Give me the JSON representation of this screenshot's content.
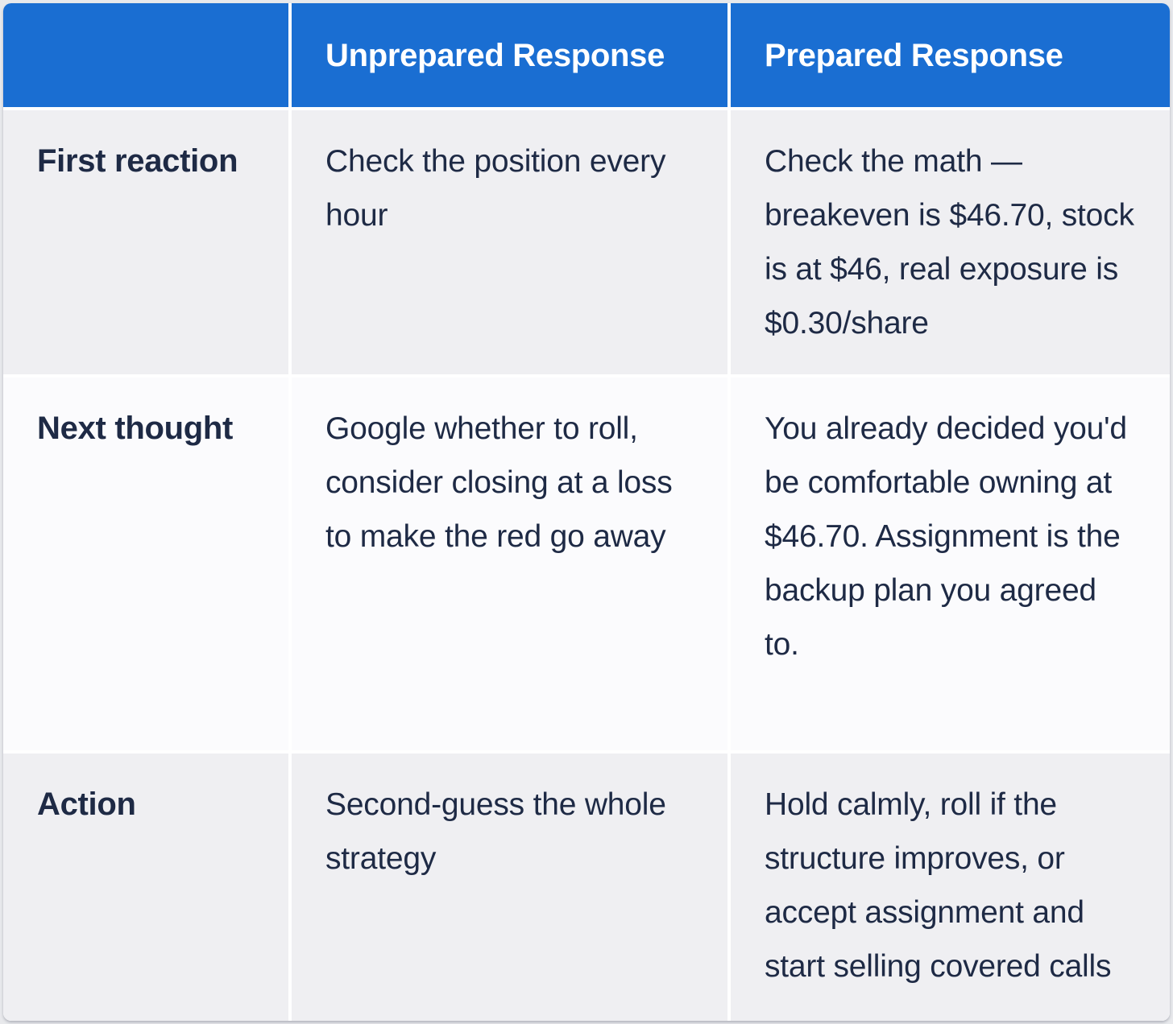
{
  "table": {
    "columns": [
      "",
      "Unprepared Response",
      "Prepared Response"
    ],
    "rows": [
      {
        "label": "First reaction",
        "unprepared": "Check the position every hour",
        "prepared": "Check the math — breakeven is $46.70, stock is at $46, real exposure is $0.30/share"
      },
      {
        "label": "Next thought",
        "unprepared": "Google whether to roll, consider closing at a loss to make the red go away",
        "prepared": "You already decided you'd be comfortable owning at $46.70. Assignment is the backup plan you agreed to."
      },
      {
        "label": "Action",
        "unprepared": "Second-guess the whole strategy",
        "prepared": "Hold calmly, roll if the structure improves, or accept assignment and start selling covered calls"
      }
    ],
    "colors": {
      "header_bg": "#1a6ed2",
      "header_text": "#ffffff",
      "body_text": "#1e2a45",
      "row_alt_bg": "#efeff2",
      "row_bg": "#fbfbfd",
      "divider": "#ffffff",
      "page_bg": "#e8e9ec"
    }
  }
}
